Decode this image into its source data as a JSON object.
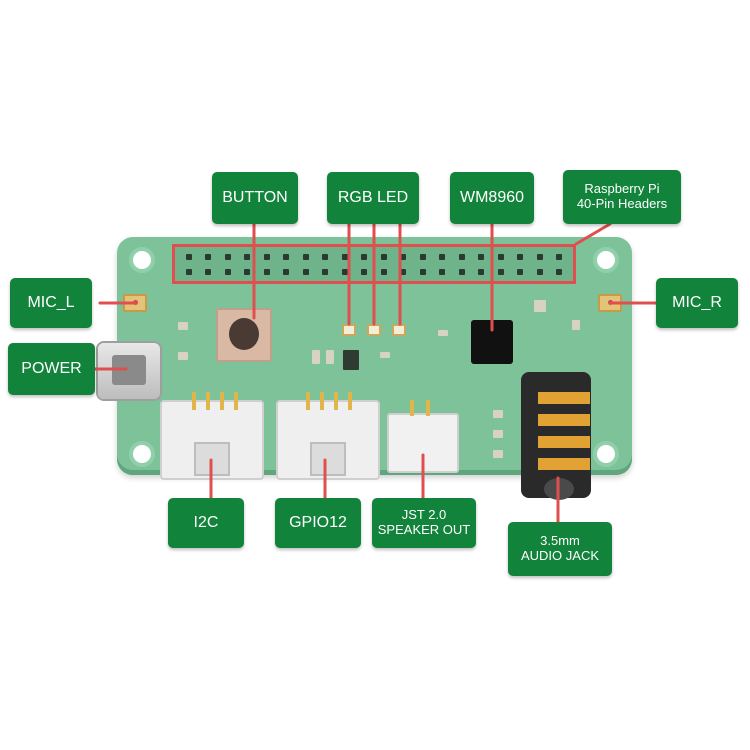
{
  "labels": {
    "button": "BUTTON",
    "rgb_led": "RGB LED",
    "codec": "WM8960",
    "headers": "Raspberry Pi\n40-Pin Headers",
    "mic_l": "MIC_L",
    "mic_r": "MIC_R",
    "power": "POWER",
    "i2c": "I2C",
    "gpio12": "GPIO12",
    "speaker": "JST 2.0\nSPEAKER OUT",
    "audio_jack": "3.5mm\nAUDIO JACK"
  },
  "colors": {
    "label_bg": "#11833a",
    "board": "#7ec29a",
    "leader_line": "#e04f4f"
  }
}
